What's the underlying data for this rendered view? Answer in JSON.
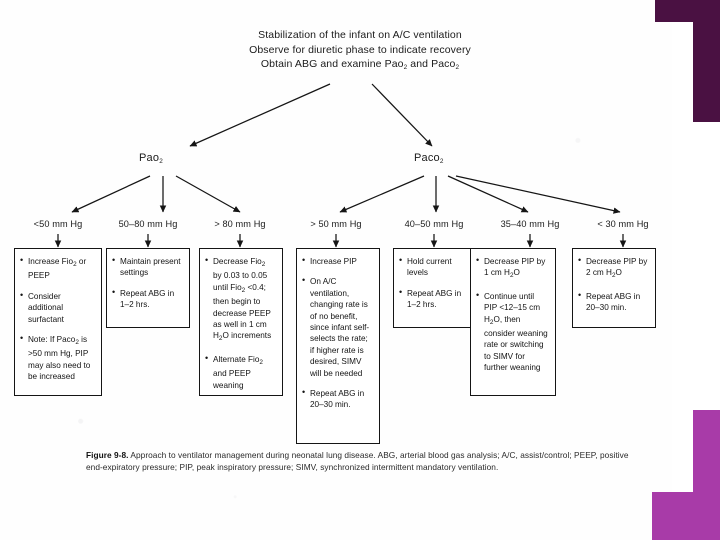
{
  "figure": {
    "header_lines": [
      "Stabilization of the infant on A/C ventilation",
      "Observe for diuretic phase to indicate recovery",
      "Obtain ABG and examine Pao₂ and Paco₂"
    ],
    "nodes": {
      "left": "Pao₂",
      "right": "Paco₂"
    },
    "thresholds": [
      "<50 mm Hg",
      "50–80 mm Hg",
      "> 80 mm Hg",
      "> 50 mm Hg",
      "40–50 mm Hg",
      "35–40 mm Hg",
      "< 30 mm Hg"
    ],
    "boxes": [
      {
        "id": "box-pao2-low",
        "items": [
          "Increase Fio₂ or PEEP",
          "Consider additional surfactant",
          "Note: If Paco₂ is >50 mm Hg, PIP may also need to be increased"
        ]
      },
      {
        "id": "box-pao2-mid",
        "items": [
          "Maintain present settings",
          "Repeat ABG in 1–2 hrs."
        ]
      },
      {
        "id": "box-pao2-high",
        "items": [
          "Decrease Fio₂ by 0.03 to 0.05 until Fio₂ <0.4; then begin to decrease PEEP as well in 1 cm H₂O increments",
          "Alternate Fio₂ and PEEP weaning"
        ]
      },
      {
        "id": "box-paco2-high",
        "items": [
          "Increase PIP",
          "On A/C ventilation, changing rate is of no benefit, since infant self-selects the rate; if higher rate is desired, SIMV will be needed",
          "Repeat ABG in 20–30 min."
        ]
      },
      {
        "id": "box-paco2-normal",
        "items": [
          "Hold current levels",
          "Repeat ABG in 1–2 hrs."
        ]
      },
      {
        "id": "box-paco2-low",
        "items": [
          "Decrease PIP by 1 cm H₂O",
          "Continue until PIP <12–15 cm H₂O, then consider weaning rate or switching to SIMV for further weaning"
        ]
      },
      {
        "id": "box-paco2-verylow",
        "items": [
          "Decrease PIP by 2 cm H₂O",
          "Repeat ABG in 20–30 min."
        ]
      }
    ],
    "caption": {
      "label": "Figure 9-8.",
      "text": " Approach to ventilator management during neonatal lung disease. ABG, arterial blood gas analysis; A/C, assist/control; PEEP, positive end-expiratory pressure; PIP, peak inspiratory pressure; SIMV, synchronized intermittent mandatory ventilation."
    }
  },
  "colors": {
    "deco_dark_purple": "#4a1142",
    "deco_magenta": "#a83ba8",
    "ink": "#151515",
    "sheet": "#fefefe"
  }
}
